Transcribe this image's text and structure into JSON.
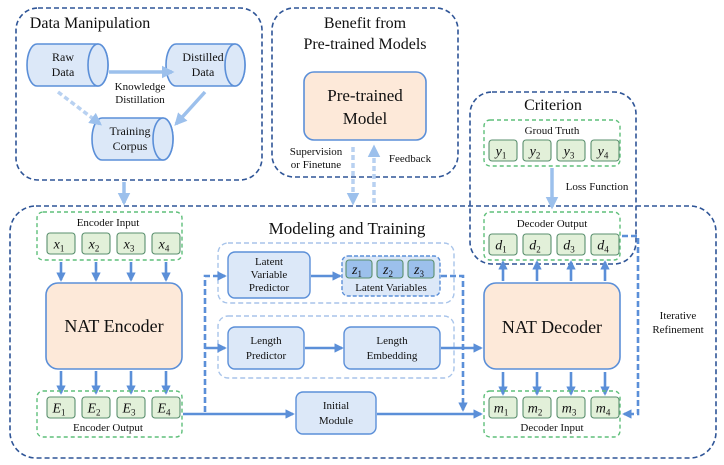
{
  "sections": {
    "data_manipulation": "Data Manipulation",
    "pretrained_line1": "Benefit from",
    "pretrained_line2": "Pre-trained Models",
    "criterion": "Criterion",
    "modeling": "Modeling and Training"
  },
  "data": {
    "raw_line1": "Raw",
    "raw_line2": "Data",
    "distilled_line1": "Distilled",
    "distilled_line2": "Data",
    "training_line1": "Training",
    "training_line2": "Corpus",
    "kd_line1": "Knowledge",
    "kd_line2": "Distillation"
  },
  "pretrained": {
    "model_line1": "Pre-trained",
    "model_line2": "Model",
    "supervision_line1": "Supervision",
    "supervision_line2": "or Finetune",
    "feedback": "Feedback"
  },
  "criterion": {
    "ground_truth": "Groud Truth",
    "y_tokens": [
      {
        "v": "y",
        "s": "1"
      },
      {
        "v": "y",
        "s": "2"
      },
      {
        "v": "y",
        "s": "3"
      },
      {
        "v": "y",
        "s": "4"
      }
    ],
    "loss_function": "Loss Function"
  },
  "encoder": {
    "input_label": "Encoder Input",
    "x_tokens": [
      {
        "v": "x",
        "s": "1"
      },
      {
        "v": "x",
        "s": "2"
      },
      {
        "v": "x",
        "s": "3"
      },
      {
        "v": "x",
        "s": "4"
      }
    ],
    "name": "NAT Encoder",
    "output_label": "Encoder Output",
    "e_tokens": [
      {
        "v": "E",
        "s": "1"
      },
      {
        "v": "E",
        "s": "2"
      },
      {
        "v": "E",
        "s": "3"
      },
      {
        "v": "E",
        "s": "4"
      }
    ]
  },
  "latent": {
    "predictor_line1": "Latent",
    "predictor_line2": "Variable",
    "predictor_line3": "Predictor",
    "z_tokens": [
      {
        "v": "z",
        "s": "1"
      },
      {
        "v": "z",
        "s": "2"
      },
      {
        "v": "z",
        "s": "3"
      }
    ],
    "variables_label": "Latent Variables"
  },
  "length": {
    "predictor_line1": "Length",
    "predictor_line2": "Predictor",
    "embedding_line1": "Length",
    "embedding_line2": "Embedding"
  },
  "initial": {
    "line1": "Initial",
    "line2": "Module"
  },
  "decoder": {
    "output_label": "Decoder Output",
    "d_tokens": [
      {
        "v": "d",
        "s": "1"
      },
      {
        "v": "d",
        "s": "2"
      },
      {
        "v": "d",
        "s": "3"
      },
      {
        "v": "d",
        "s": "4"
      }
    ],
    "name": "NAT Decoder",
    "input_label": "Decoder Input",
    "m_tokens": [
      {
        "v": "m",
        "s": "1"
      },
      {
        "v": "m",
        "s": "2"
      },
      {
        "v": "m",
        "s": "3"
      },
      {
        "v": "m",
        "s": "4"
      }
    ],
    "iterative_line1": "Iterative",
    "iterative_line2": "Refinement"
  }
}
